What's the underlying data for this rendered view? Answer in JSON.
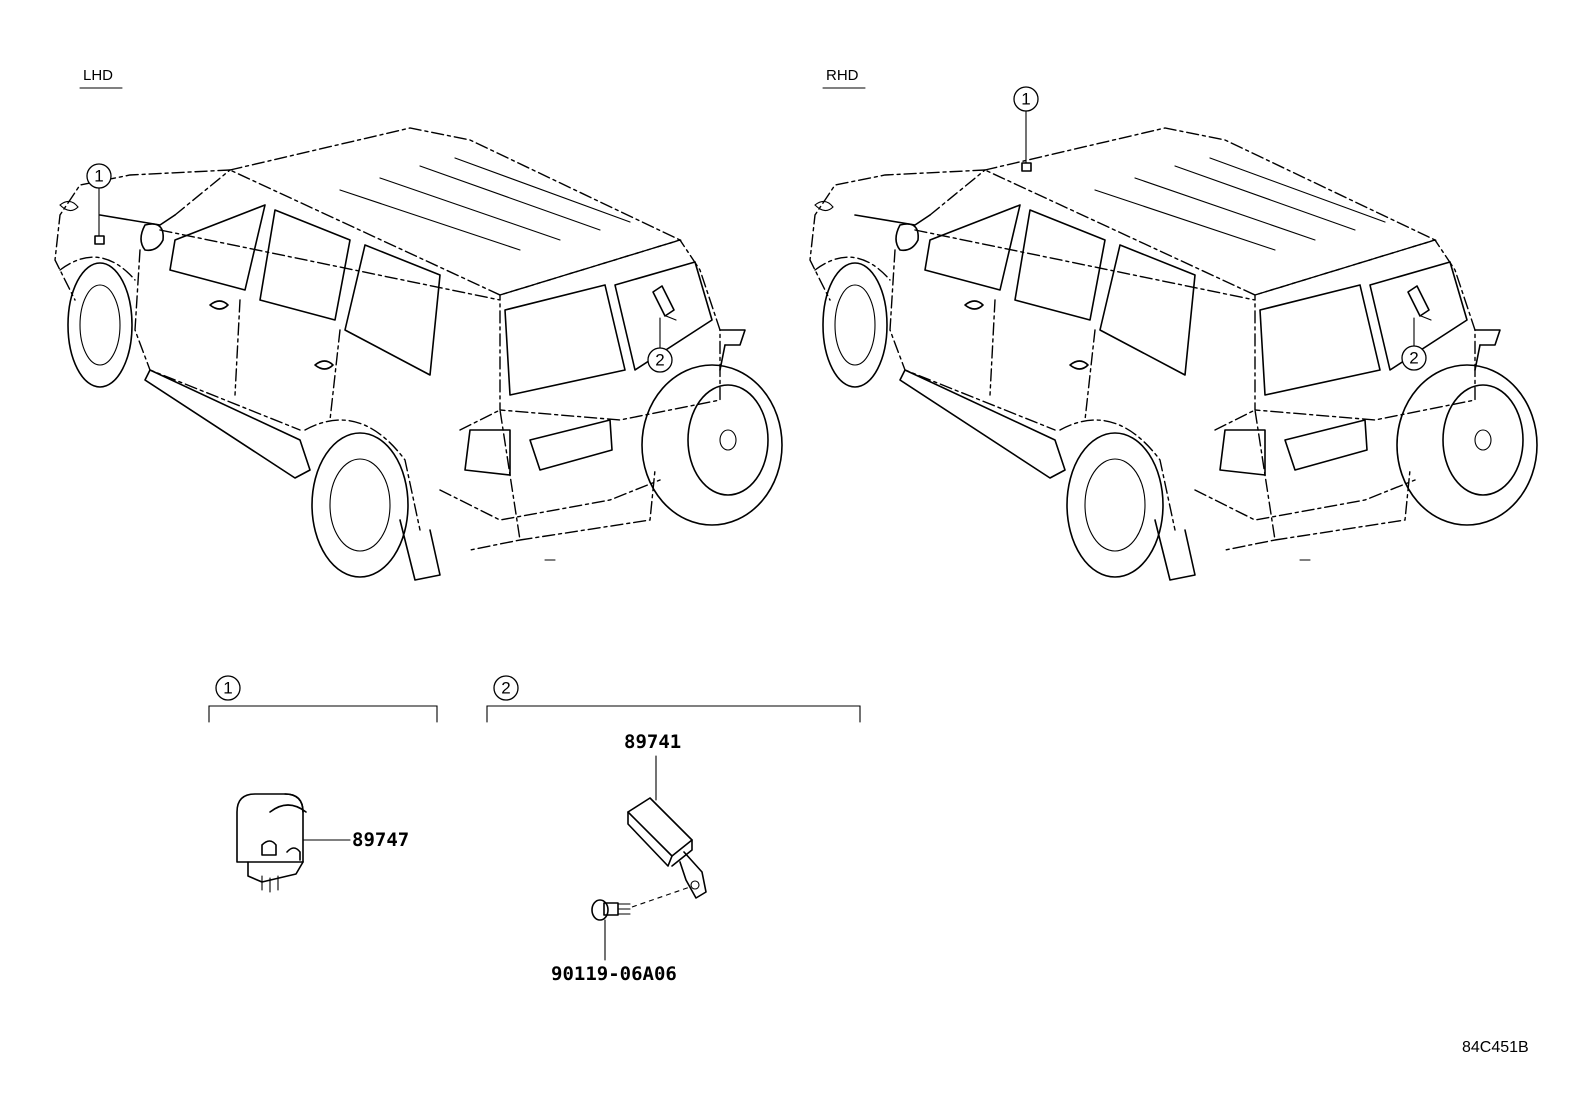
{
  "diagram": {
    "region_labels": {
      "lhd": "LHD",
      "rhd": "RHD"
    },
    "callouts": {
      "one": "1",
      "two": "2"
    },
    "parts": {
      "sensor": "89747",
      "module": "89741",
      "bolt": "90119-06A06"
    },
    "diagram_code": "84C451B"
  }
}
